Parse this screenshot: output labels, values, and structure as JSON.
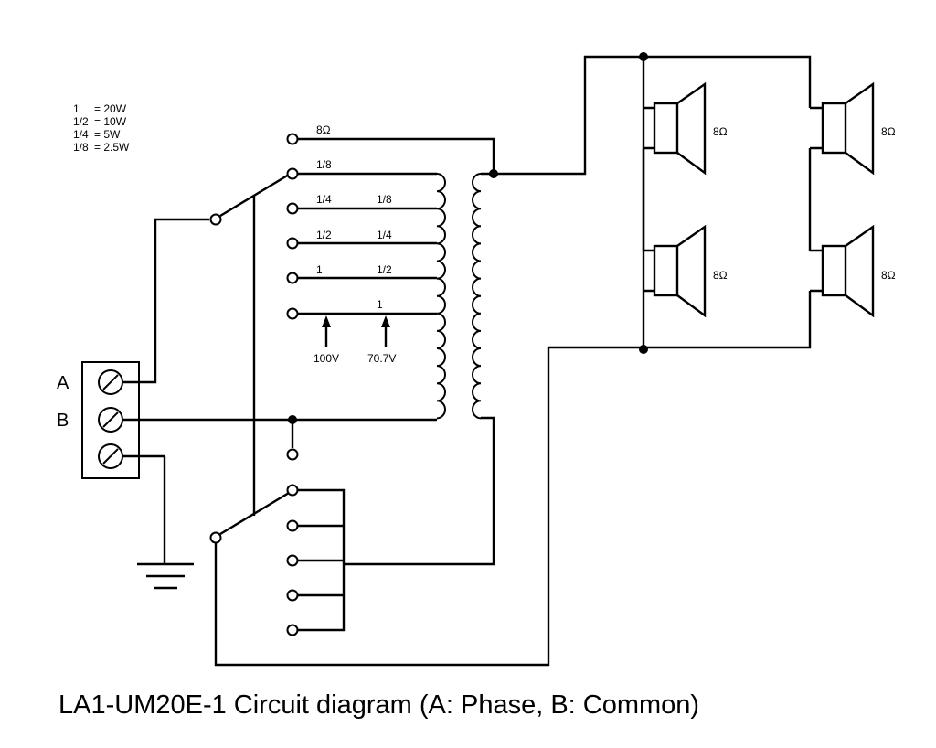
{
  "legend": [
    {
      "tap": "1",
      "power": "= 20W"
    },
    {
      "tap": "1/2",
      "power": "= 10W"
    },
    {
      "tap": "1/4",
      "power": "= 5W"
    },
    {
      "tap": "1/8",
      "power": "= 2.5W"
    }
  ],
  "taps": {
    "row0": {
      "left": "8Ω",
      "right": ""
    },
    "row1": {
      "left": "1/8",
      "right": ""
    },
    "row2": {
      "left": "1/4",
      "right": "1/8"
    },
    "row3": {
      "left": "1/2",
      "right": "1/4"
    },
    "row4": {
      "left": "1",
      "right": "1/2"
    },
    "row5": {
      "left": "",
      "right": "1"
    }
  },
  "voltages": {
    "v100": "100V",
    "v70": "70.7V"
  },
  "inputs": {
    "a": "A",
    "b": "B"
  },
  "speakers": {
    "s1": "8Ω",
    "s2": "8Ω",
    "s3": "8Ω",
    "s4": "8Ω"
  },
  "caption": "LA1-UM20E-1 Circuit diagram (A: Phase, B: Common)"
}
